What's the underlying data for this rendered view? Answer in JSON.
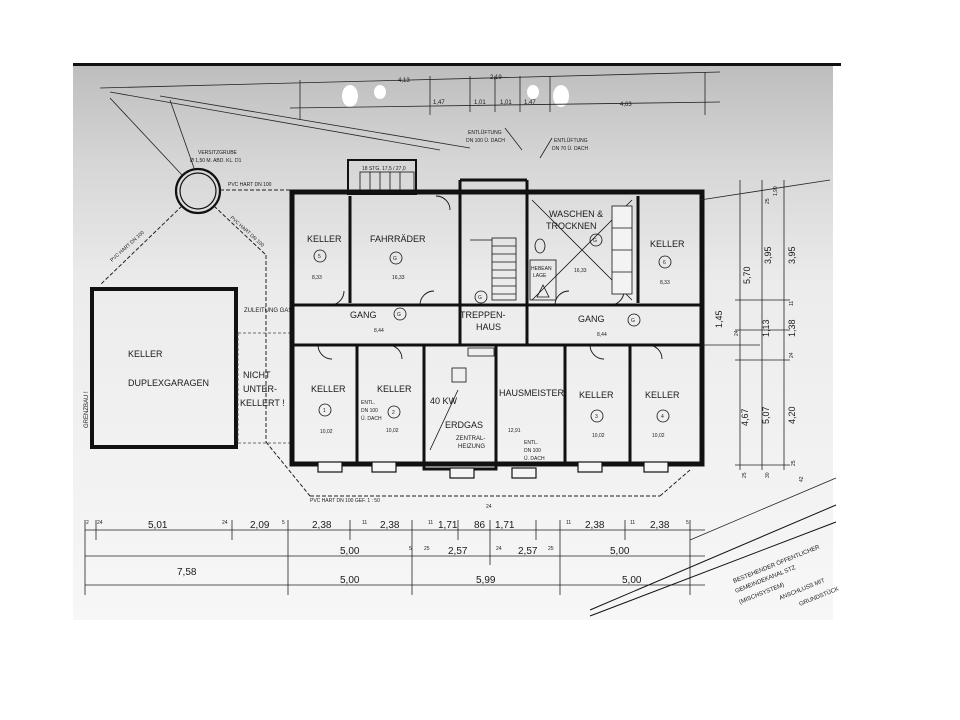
{
  "rooms": {
    "keller5": "KELLER",
    "keller5_num": "5",
    "keller5_area": "8,33",
    "fahrraeder": "FAHRRÄDER",
    "fahrraeder_area": "16,33",
    "waschen1": "WASCHEN &",
    "waschen2": "TROCKNEN",
    "waschen_area": "16,33",
    "hebeanlage1": "HEBEAN",
    "hebeanlage2": "LAGE",
    "keller6": "KELLER",
    "keller6_num": "6",
    "keller6_area": "8,33",
    "gang_left": "GANG",
    "gang_left_area": "8,44",
    "treppenhaus1": "TREPPEN-",
    "treppenhaus2": "HAUS",
    "gang_right": "GANG",
    "gang_right_area": "8,44",
    "keller1": "KELLER",
    "keller1_num": "1",
    "keller1_area": "10,02",
    "keller2": "KELLER",
    "keller2_num": "2",
    "keller2_area": "10,02",
    "entl_left1": "ENTL.",
    "entl_left2": "DN 100",
    "entl_left3": "Ü. DACH",
    "kw": "40 KW",
    "erdgas": "ERDGAS",
    "zentral1": "ZENTRAL-",
    "zentral2": "HEIZUNG",
    "hausmeister": "HAUSMEISTER",
    "hausmeister_area": "12,91",
    "entl_right1": "ENTL.",
    "entl_right2": "DN 100",
    "entl_right3": "Ü. DACH",
    "keller3": "KELLER",
    "keller3_num": "3",
    "keller3_area": "10,02",
    "keller4": "KELLER",
    "keller4_num": "4",
    "keller4_area": "10,02",
    "keller_duplex1": "KELLER",
    "keller_duplex2": "DUPLEXGARAGEN",
    "nicht1": "NICHT",
    "nicht2": "UNTER-",
    "nicht3": "KELLERT !",
    "grenzbau": "GRENZBAU !"
  },
  "annotations": {
    "versitz1": "VERSITZGRUBE",
    "versitz2": "Ø 1,50 M. ABD. KL. D1",
    "pvc_top": "PVC HART DN 100",
    "pvc_left": "PVC HART DN 100",
    "pvc_diag": "PVC HART DN 100",
    "entl_top1_a": "ENTLÜFTUNG",
    "entl_top1_b": "DN 100 Ü. DACH",
    "entl_top2_a": "ENTLÜFTUNG",
    "entl_top2_b": "DN 70 Ü. DACH",
    "zuleitung": "ZULEITUNG GAS",
    "pvc_bottom": "PVC HART  DN 100  GEF. 1 : 50",
    "stair_note": "18 STG. 17,5 / 27,0",
    "kanal1": "BESTEHENDER ÖFFENTLICHER",
    "kanal2": "GEMEINDEKANAL STZ",
    "kanal3": "(MISCHSYSTEM)",
    "kanal4": "ANSCHLUSS MIT",
    "kanal5": "GRUNDSTÜCK",
    "g": "G"
  },
  "dims_top": [
    "4,13",
    "2,19",
    "1,47",
    "1,01",
    "1,01",
    "1,47",
    "4,63"
  ],
  "dims_bottom_row1": [
    "2",
    "24",
    "5,01",
    "24",
    "2,09",
    "5",
    "2,38",
    "11",
    "2,38",
    "11",
    "1,71",
    "86",
    "1,71",
    "11",
    "2,38",
    "11",
    "2,38",
    "5"
  ],
  "dims_bottom_row2": [
    "5,00",
    "5",
    "25",
    "2,57",
    "24",
    "2,57",
    "25",
    "5,00"
  ],
  "dims_bottom_row3": [
    "7,58",
    "5,00",
    "5,99",
    "5,00",
    "24"
  ],
  "dims_right": [
    "5,70",
    "3,95",
    "3,95",
    "1,45",
    "24",
    "1,13",
    "1,38",
    "4,67",
    "5,07",
    "4,20",
    "24",
    "25",
    "30",
    "25",
    "1,99",
    "25",
    "11",
    "42"
  ],
  "colors": {
    "ink": "#1a1a1a",
    "paper": "#f3f3f3"
  }
}
